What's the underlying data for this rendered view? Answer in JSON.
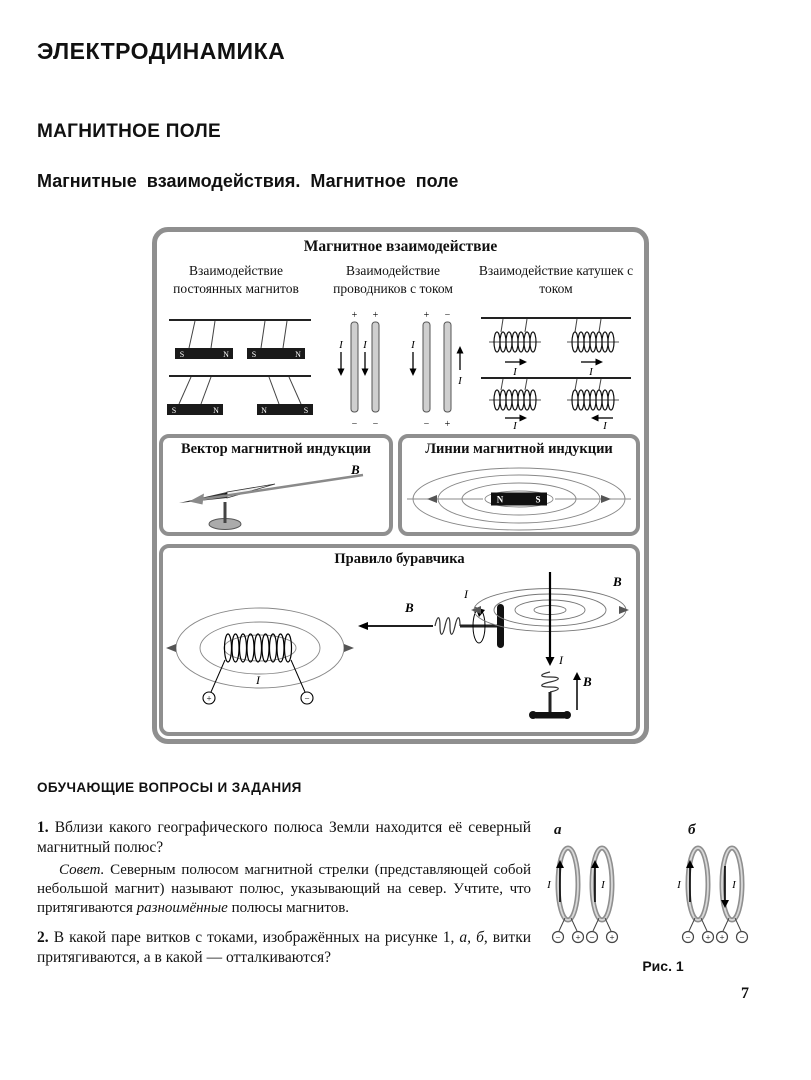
{
  "page": {
    "chapter": "ЭЛЕКТРОДИНАМИКА",
    "section": "МАГНИТНОЕ ПОЛЕ",
    "subsection": "Магнитные взаимодействия. Магнитное поле",
    "number": "7"
  },
  "scheme": {
    "title": "Магнитное взаимодействие",
    "col_magnets_title": "Взаимодействие постоянных магнитов",
    "col_conductors_title": "Взаимодействие проводников с током",
    "col_coils_title": "Взаимодействие катушек с током",
    "vector_box_title": "Вектор магнитной индукции",
    "lines_box_title": "Линии магнитной индукции",
    "gimlet_box_title": "Правило буравчика",
    "labels": {
      "n": "N",
      "s": "S",
      "plus": "+",
      "minus": "−",
      "i": "I",
      "b": "B⃗"
    }
  },
  "questions": {
    "heading": "ОБУЧАЮЩИЕ ВОПРОСЫ И ЗАДАНИЯ",
    "q1": {
      "num": "1.",
      "text": "Вблизи какого географического полюса Земли находится её северный магнитный полюс?"
    },
    "advice": {
      "label": "Совет.",
      "part1": "Северным полюсом магнитной стрелки (представляющей собой небольшой магнит) называют полюс, указывающий на север. Учтите, что притягиваются ",
      "emphasis": "разноимённые",
      "part2": " полюсы магнитов."
    },
    "q2": {
      "num": "2.",
      "part1": "В какой паре витков с токами, изображённых на рисунке 1, ",
      "em1": "а, б",
      "part2": ", витки притягиваются, а в какой — отталкиваются?"
    }
  },
  "figure": {
    "label_a": "а",
    "label_b": "б",
    "caption": "Рис. 1"
  }
}
